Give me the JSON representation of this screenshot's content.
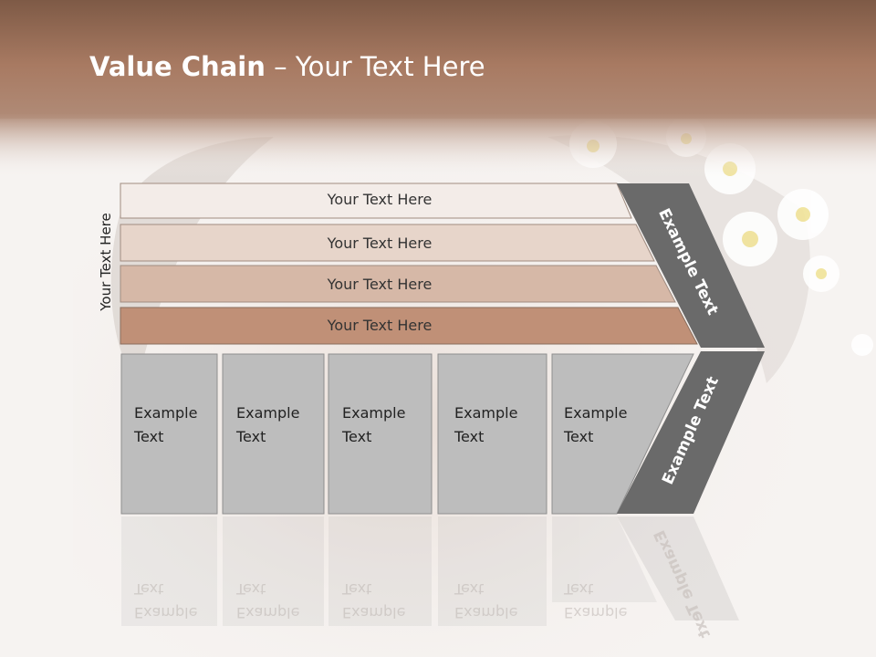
{
  "slide": {
    "title_bold": "Value Chain",
    "title_rest": " – Your Text Here",
    "side_label": "Your Text Here"
  },
  "bars": [
    {
      "label": "Your Text Here",
      "fill": "#f3ece8"
    },
    {
      "label": "Your Text Here",
      "fill": "#e7d5ca"
    },
    {
      "label": "Your Text Here",
      "fill": "#d6b8a7"
    },
    {
      "label": "Your Text Here",
      "fill": "#c09077"
    }
  ],
  "boxes": [
    {
      "line1": "Example",
      "line2": "Text"
    },
    {
      "line1": "Example",
      "line2": "Text"
    },
    {
      "line1": "Example",
      "line2": "Text"
    },
    {
      "line1": "Example",
      "line2": "Text"
    },
    {
      "line1": "Example",
      "line2": "Text"
    }
  ],
  "arrow": {
    "upper_label": "Example Text",
    "lower_label": "Example Text",
    "fill": "#6a6a6a"
  },
  "colors": {
    "header": "#a87a62",
    "box_fill": "#bdbdbd",
    "box_stroke": "#8f8f8f"
  }
}
